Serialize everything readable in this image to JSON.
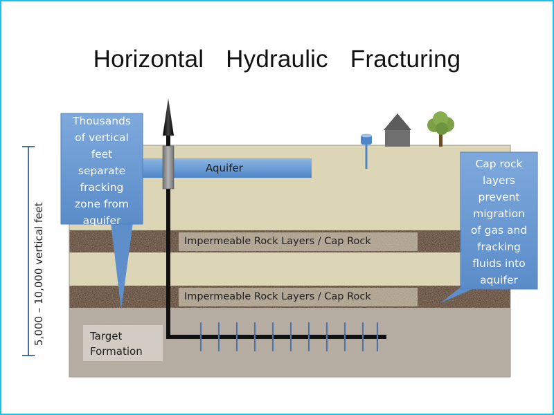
{
  "title": "Horizontal   Hydraulic   Fracturing",
  "labels": {
    "aquifer": "Aquifer",
    "cap_rock_upper": "Impermeable Rock Layers / Cap Rock",
    "cap_rock_lower": "Impermeable Rock Layers / Cap Rock",
    "target_formation": "Target\nFormation",
    "depth": "5,000 – 10,000 vertical feet"
  },
  "callouts": {
    "left": "Thousands\nof vertical\nfeet\nseparate\nfracking\nzone from\naquifer",
    "right": "Cap rock\nlayers\nprevent\nmigration\nof gas and\nfracking\nfluids into\naquifer"
  },
  "colors": {
    "callout_blue": "#6b9bd3",
    "aquifer_blue": "#5f95d4",
    "sand": "#ddd6b6",
    "cap_rock": "#5a4637",
    "target_rock": "#b7aea3",
    "well": "#111111",
    "frame": "#19c2e6"
  },
  "icons": [
    "derrick-icon",
    "house-icon",
    "tree-icon",
    "water-well-icon"
  ]
}
